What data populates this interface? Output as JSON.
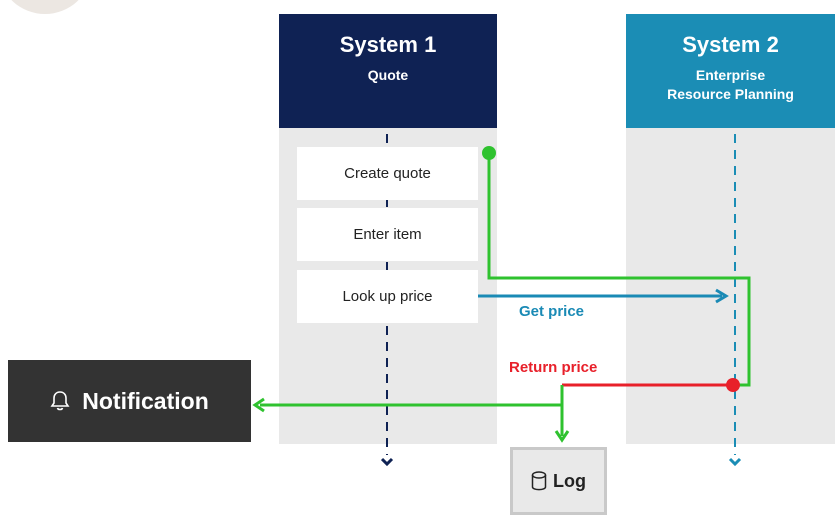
{
  "system1": {
    "title": "System 1",
    "subtitle": "Quote"
  },
  "system2": {
    "title": "System 2",
    "subtitle": "Enterprise\nResource Planning"
  },
  "steps": [
    "Create quote",
    "Enter item",
    "Look up price"
  ],
  "flows": {
    "get_price": "Get price",
    "return_price": "Return price"
  },
  "notification": {
    "label": "Notification",
    "icon": "bell-icon"
  },
  "log": {
    "label": "Log",
    "icon": "database-icon"
  },
  "colors": {
    "system1": "#0f2254",
    "system2": "#1b8db5",
    "lane": "#e9e9e9",
    "get_flow": "#1a8ab5",
    "return_flow": "#e8202a",
    "path_flow": "#2fc22f",
    "notification_bg": "#333333"
  }
}
